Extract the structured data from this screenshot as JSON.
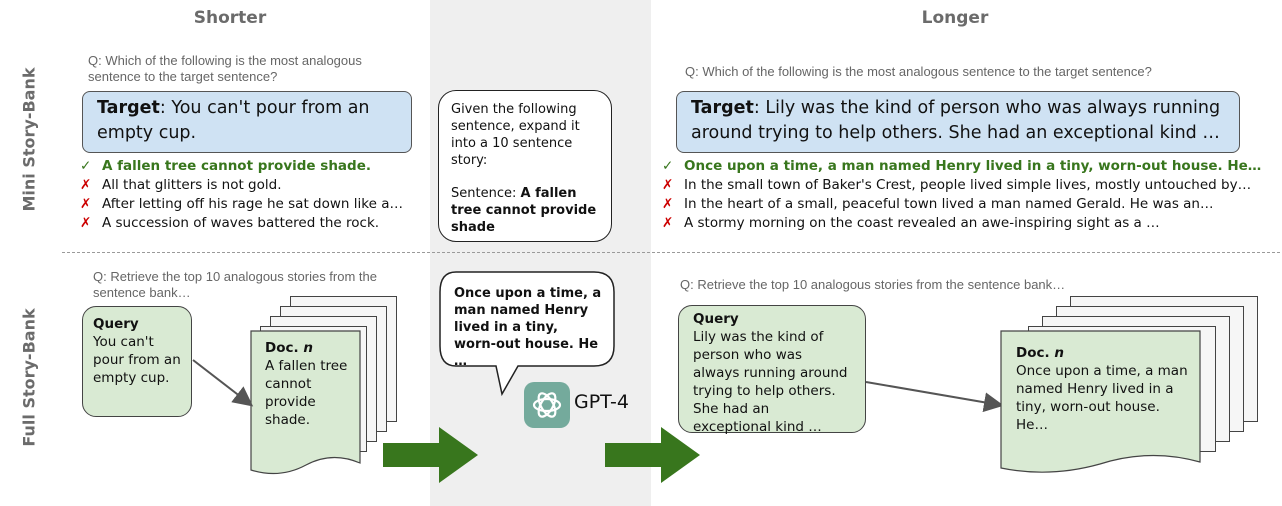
{
  "headers": {
    "shorter": "Shorter",
    "longer": "Longer"
  },
  "row_labels": {
    "mini": "Mini Story-Bank",
    "full": "Full Story-Bank"
  },
  "mini": {
    "short": {
      "question": "Q: Which of the following is the most analogous sentence to the target sentence?",
      "target_label": "Target",
      "target_text": ": You can't pour from an empty cup.",
      "options": [
        {
          "mark": "✓",
          "correct": true,
          "text": "A fallen tree cannot provide shade."
        },
        {
          "mark": "✗",
          "correct": false,
          "text": "All that glitters is not gold."
        },
        {
          "mark": "✗",
          "correct": false,
          "text": "After letting off his rage he sat down like a…"
        },
        {
          "mark": "✗",
          "correct": false,
          "text": "A succession of waves battered the rock."
        }
      ]
    },
    "long": {
      "question": "Q: Which of the following is the most analogous sentence to the target sentence?",
      "target_label": "Target",
      "target_text": ": Lily was the kind of person who was always running around trying to help others. She had an exceptional kind …",
      "options": [
        {
          "mark": "✓",
          "correct": true,
          "text": "Once upon a time, a man named Henry lived in a tiny, worn-out house. He…"
        },
        {
          "mark": "✗",
          "correct": false,
          "text": "In the small town of Baker's Crest, people lived simple lives, mostly untouched by…"
        },
        {
          "mark": "✗",
          "correct": false,
          "text": "In the heart of a small, peaceful town lived a man named Gerald. He was an…"
        },
        {
          "mark": "✗",
          "correct": false,
          "text": "A stormy morning on the coast revealed an awe-inspiring sight as a …"
        }
      ]
    },
    "prompt": {
      "text": "Given the following sentence, expand it into a 10 sentence story:",
      "sentence_label": "Sentence: ",
      "sentence": "A fallen tree cannot provide shade"
    }
  },
  "full": {
    "short": {
      "question": "Q: Retrieve the top 10 analogous stories from the sentence bank…",
      "query_label": "Query",
      "query_text": "You can't pour from an empty cup.",
      "doc_label": "Doc. ",
      "doc_n": "n",
      "doc_text": "A fallen tree cannot provide shade."
    },
    "long": {
      "question": "Q: Retrieve the top 10 analogous stories from the sentence bank…",
      "query_label": "Query",
      "query_text": "Lily was the kind of person who was always running around trying to help others. She had an exceptional kind …",
      "doc_label": "Doc. ",
      "doc_n": "n",
      "doc_text": "Once upon a time, a man named Henry lived in a tiny, worn-out house. He…"
    },
    "output": "Once upon a time, a man named Henry lived in a tiny, worn-out house. He …",
    "model": "GPT-4"
  },
  "colors": {
    "target_bg": "#cfe2f3",
    "green_bg": "#d9ead3",
    "arrow": "#38761d",
    "correct": "#38761d",
    "wrong": "#cc0000",
    "gpt_logo": "#74aa9c"
  },
  "icons": {
    "model_logo": "openai-logo-icon"
  }
}
